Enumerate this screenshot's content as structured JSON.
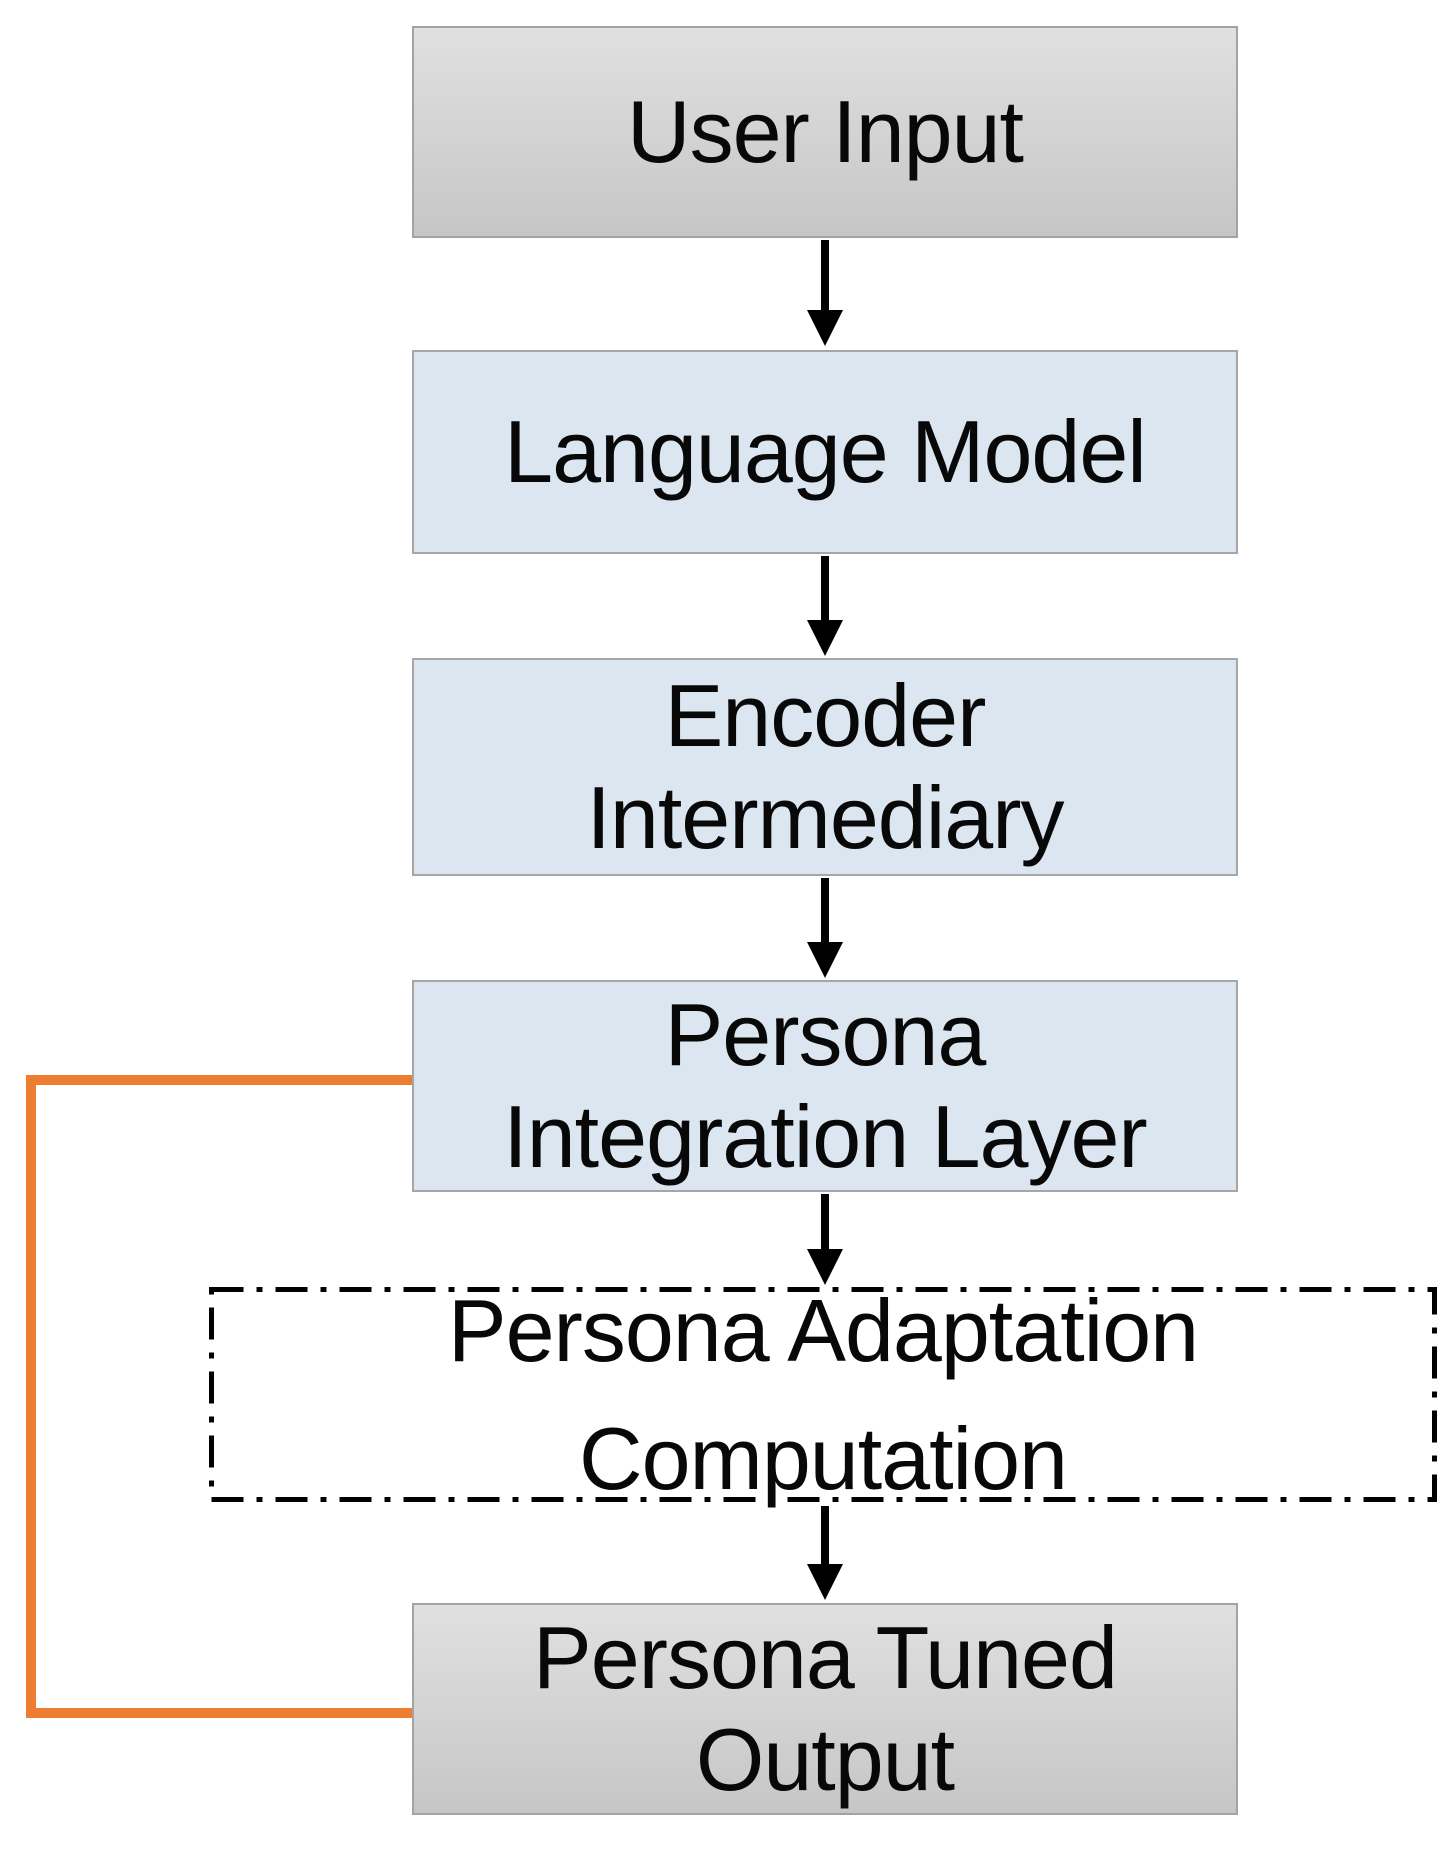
{
  "diagram": {
    "type": "flowchart",
    "direction": "top-down",
    "nodes": {
      "user_input": {
        "label": "User Input",
        "style": "gray-filled"
      },
      "language_model": {
        "label": "Language Model",
        "style": "blue-filled"
      },
      "encoder_intermediary": {
        "label": "Encoder Intermediary",
        "line1": "Encoder",
        "line2": "Intermediary",
        "style": "blue-filled"
      },
      "persona_integration_layer": {
        "label": "Persona Integration Layer",
        "line1": "Persona",
        "line2": "Integration Layer",
        "style": "blue-filled"
      },
      "persona_adaptation_computation": {
        "label": "Persona Adaptation Computation",
        "line1": "Persona Adaptation",
        "line2": "Computation",
        "style": "dash-dot-outline"
      },
      "persona_tuned_output": {
        "label": "Persona Tuned Output",
        "line1": "Persona Tuned",
        "line2": "Output",
        "style": "gray-filled"
      }
    },
    "edges": [
      {
        "from": "User Input",
        "to": "Language Model",
        "style": "black-arrow"
      },
      {
        "from": "Language Model",
        "to": "Encoder Intermediary",
        "style": "black-arrow"
      },
      {
        "from": "Encoder Intermediary",
        "to": "Persona Integration Layer",
        "style": "black-arrow"
      },
      {
        "from": "Persona Integration Layer",
        "to": "Persona Adaptation Computation",
        "style": "black-arrow"
      },
      {
        "from": "Persona Adaptation Computation",
        "to": "Persona Tuned Output",
        "style": "black-arrow"
      },
      {
        "from": "Persona Tuned Output",
        "to": "Persona Integration Layer",
        "style": "orange-feedback-loop"
      }
    ],
    "colors": {
      "feedback_orange": "#ED7D31",
      "blue_fill": "#dce6f1",
      "gray_fill_light": "#e0e0e0",
      "gray_fill_dark": "#c6c6c6",
      "box_border_gray": "#a6a6a6",
      "arrow_black": "#000000",
      "dash_border_black": "#000000",
      "text": "#080808",
      "background": "#ffffff"
    }
  }
}
